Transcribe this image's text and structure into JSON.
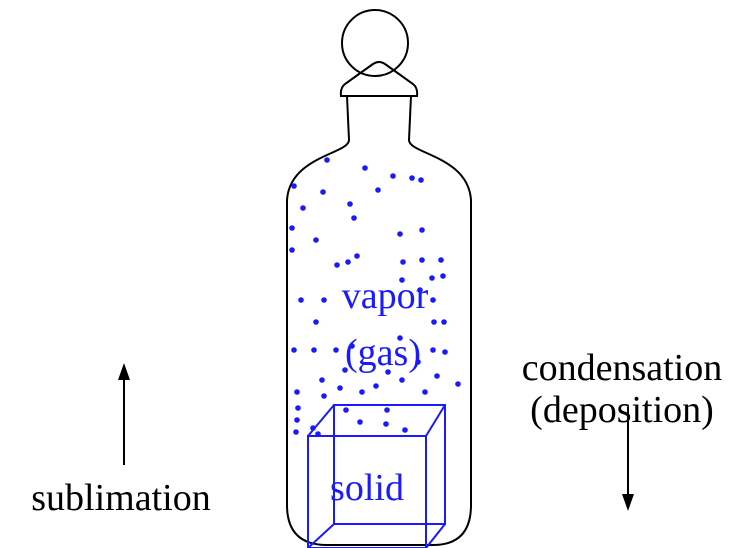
{
  "labels": {
    "vapor": "vapor",
    "gas": "(gas)",
    "solid": "solid",
    "condensation": "condensation",
    "deposition": "(deposition)",
    "sublimation": "sublimation"
  },
  "colors": {
    "outline": "#000000",
    "particle": "#1a1aff",
    "solid_edge": "#1a1aff",
    "text_blue": "#1a1aff",
    "text_black": "#000000"
  }
}
